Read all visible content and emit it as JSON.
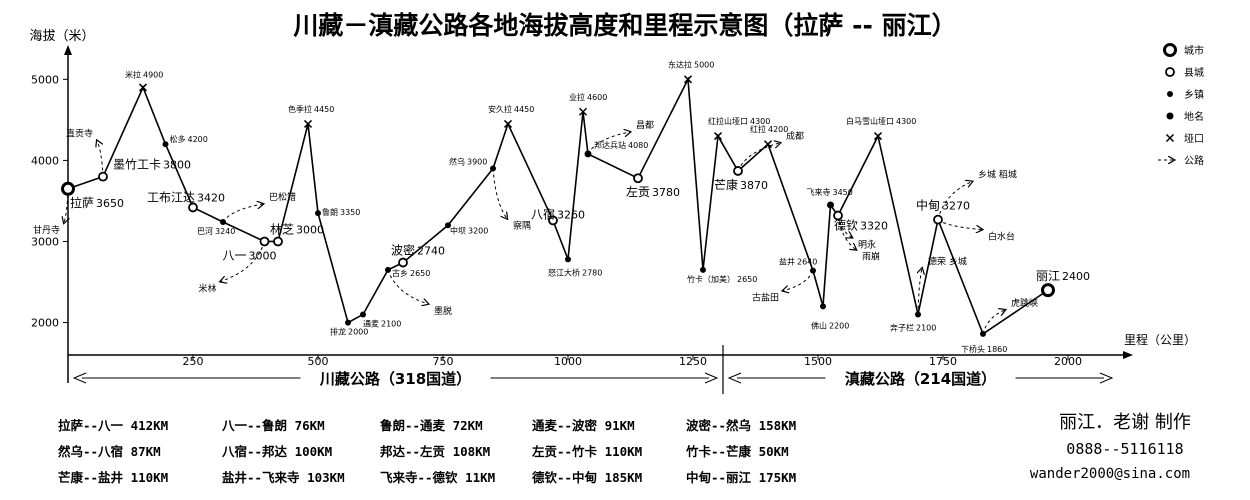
{
  "chart_data": {
    "type": "line",
    "title": "川藏－滇藏公路各地海拔高度和里程示意图（拉萨 -- 丽江）",
    "ylabel": "海拔（米）",
    "xlabel": "里程（公里）",
    "ylim": [
      1600,
      5300
    ],
    "xlim": [
      0,
      2100
    ],
    "yticks": [
      2000,
      3000,
      4000,
      5000
    ],
    "xticks": [
      250,
      500,
      750,
      1000,
      1250,
      1500,
      1750,
      2000
    ],
    "grid": false,
    "points": [
      {
        "x": 0,
        "y": 3650,
        "name": "拉萨",
        "value_label": "3650",
        "kind": "city"
      },
      {
        "x": 70,
        "y": 3800,
        "name": "墨竹工卡",
        "value_label": "3800",
        "kind": "county"
      },
      {
        "x": 150,
        "y": 4900,
        "name": "米拉",
        "value_label": "4900",
        "kind": "pass"
      },
      {
        "x": 195,
        "y": 4200,
        "name": "松多",
        "value_label": "4200",
        "kind": "town"
      },
      {
        "x": 250,
        "y": 3420,
        "name": "工布江达",
        "value_label": "3420",
        "kind": "county"
      },
      {
        "x": 310,
        "y": 3240,
        "name": "巴河",
        "value_label": "3240",
        "kind": "town"
      },
      {
        "x": 393,
        "y": 3000,
        "name": "八一",
        "value_label": "3000",
        "kind": "county"
      },
      {
        "x": 420,
        "y": 3000,
        "name": "林芝",
        "value_label": "3000",
        "kind": "county"
      },
      {
        "x": 480,
        "y": 4450,
        "name": "色季拉",
        "value_label": "4450",
        "kind": "pass"
      },
      {
        "x": 500,
        "y": 3350,
        "name": "鲁朗",
        "value_label": "3350",
        "kind": "town"
      },
      {
        "x": 560,
        "y": 2000,
        "name": "排龙",
        "value_label": "2000",
        "kind": "town"
      },
      {
        "x": 590,
        "y": 2100,
        "name": "通麦",
        "value_label": "2100",
        "kind": "town"
      },
      {
        "x": 640,
        "y": 2650,
        "name": "古乡",
        "value_label": "2650",
        "kind": "town"
      },
      {
        "x": 670,
        "y": 2740,
        "name": "波密",
        "value_label": "2740",
        "kind": "county"
      },
      {
        "x": 760,
        "y": 3200,
        "name": "中坝",
        "value_label": "3200",
        "kind": "town"
      },
      {
        "x": 850,
        "y": 3900,
        "name": "然乌",
        "value_label": "3900",
        "kind": "town"
      },
      {
        "x": 880,
        "y": 4450,
        "name": "安久拉",
        "value_label": "4450",
        "kind": "pass"
      },
      {
        "x": 970,
        "y": 3260,
        "name": "八宿",
        "value_label": "3260",
        "kind": "county"
      },
      {
        "x": 1000,
        "y": 2780,
        "name": "怒江大桥",
        "value_label": "2780",
        "kind": "town"
      },
      {
        "x": 1030,
        "y": 4600,
        "name": "业拉",
        "value_label": "4600",
        "kind": "pass"
      },
      {
        "x": 1040,
        "y": 4080,
        "name": "邦达兵站",
        "value_label": "4080",
        "kind": "place"
      },
      {
        "x": 1140,
        "y": 3780,
        "name": "左贡",
        "value_label": "3780",
        "kind": "county"
      },
      {
        "x": 1240,
        "y": 5000,
        "name": "东达拉",
        "value_label": "5000",
        "kind": "pass"
      },
      {
        "x": 1270,
        "y": 2650,
        "name": "竹卡（加美）",
        "value_label": "2650",
        "kind": "town"
      },
      {
        "x": 1300,
        "y": 4300,
        "name": "红拉山垭口",
        "value_label": "4300",
        "kind": "pass"
      },
      {
        "x": 1340,
        "y": 3870,
        "name": "芒康",
        "value_label": "3870",
        "kind": "county"
      },
      {
        "x": 1400,
        "y": 4200,
        "name": "红拉",
        "value_label": "4200",
        "kind": "pass"
      },
      {
        "x": 1490,
        "y": 2640,
        "name": "盐井",
        "value_label": "2640",
        "kind": "town"
      },
      {
        "x": 1510,
        "y": 2200,
        "name": "佛山",
        "value_label": "2200",
        "kind": "town"
      },
      {
        "x": 1525,
        "y": 3450,
        "name": "飞来寺",
        "value_label": "3450",
        "kind": "place"
      },
      {
        "x": 1540,
        "y": 3320,
        "name": "德钦",
        "value_label": "3320",
        "kind": "county"
      },
      {
        "x": 1620,
        "y": 4300,
        "name": "白马雪山垭口",
        "value_label": "4300",
        "kind": "pass"
      },
      {
        "x": 1700,
        "y": 2100,
        "name": "奔子栏",
        "value_label": "2100",
        "kind": "town"
      },
      {
        "x": 1740,
        "y": 3270,
        "name": "中甸",
        "value_label": "3270",
        "kind": "county"
      },
      {
        "x": 1830,
        "y": 1860,
        "name": "下桥头",
        "value_label": "1860",
        "kind": "town"
      },
      {
        "x": 1960,
        "y": 2400,
        "name": "丽江",
        "value_label": "2400",
        "kind": "city"
      }
    ],
    "side_routes": [
      {
        "label": "直贡寺",
        "anchor": 1
      },
      {
        "label": "甘丹寺",
        "anchor": 0
      },
      {
        "label": "巴松错",
        "anchor": 5
      },
      {
        "label": "米林",
        "anchor": 6
      },
      {
        "label": "墨脱",
        "anchor": 12
      },
      {
        "label": "察隅",
        "anchor": 15
      },
      {
        "label": "昌都",
        "anchor": 20
      },
      {
        "label": "成都",
        "anchor": 25
      },
      {
        "label": "古盐田",
        "anchor": 27
      },
      {
        "label": "明永",
        "anchor": 30
      },
      {
        "label": "雨崩",
        "anchor": 30
      },
      {
        "label": "德荣 乡城",
        "anchor": 32
      },
      {
        "label": "乡城 稻城",
        "anchor": 33
      },
      {
        "label": "白水台",
        "anchor": 33
      },
      {
        "label": "虎跳峡",
        "anchor": 34
      }
    ],
    "legend": {
      "placement": "top-right",
      "items": [
        {
          "label": "城市",
          "kind": "city"
        },
        {
          "label": "县城",
          "kind": "county"
        },
        {
          "label": "乡镇",
          "kind": "town"
        },
        {
          "label": "地名",
          "kind": "place"
        },
        {
          "label": "垭口",
          "kind": "pass"
        },
        {
          "label": "公路",
          "kind": "road"
        }
      ]
    },
    "segments": [
      {
        "label": "川藏公路（318国道）",
        "from": 0,
        "to": 1310
      },
      {
        "label": "滇藏公路（214国道）",
        "from": 1310,
        "to": 2100
      }
    ]
  },
  "distances": [
    [
      "拉萨--八一  412KM",
      "八一--鲁朗 76KM",
      "鲁朗--通麦 72KM",
      "通麦--波密 91KM",
      "波密--然乌 158KM"
    ],
    [
      "然乌--八宿 87KM",
      "八宿--邦达 100KM",
      "邦达--左贡 108KM",
      "左贡--竹卡 110KM",
      "竹卡--芒康 50KM"
    ],
    [
      "芒康--盐井 110KM",
      "盐井--飞来寺 103KM",
      "飞来寺--德钦 11KM",
      "德钦--中甸 185KM",
      "中甸--丽江 175KM"
    ]
  ],
  "credits": {
    "author": "丽江．老谢  制作",
    "phone": "0888--5116118",
    "email": "wander2000@sina.com"
  }
}
